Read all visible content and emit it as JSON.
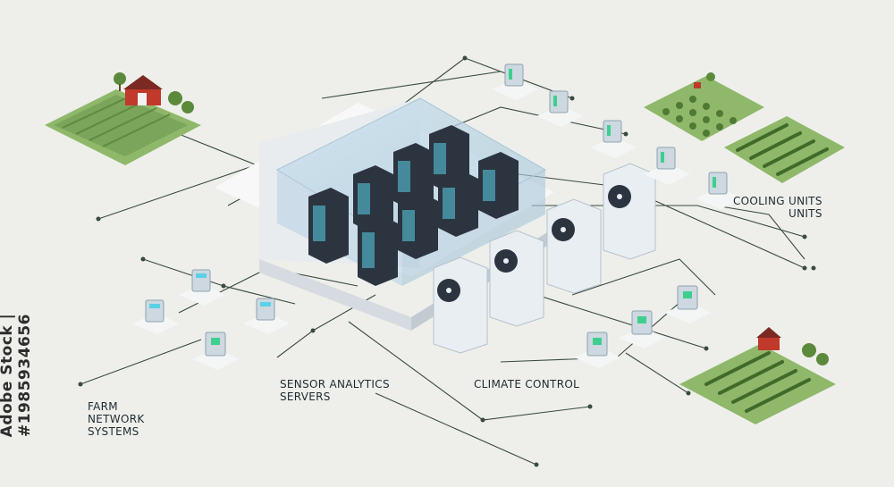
{
  "labels": {
    "farm_network": "FARM\nNETWORK\nSYSTEMS",
    "sensor_analytics": "SENSOR ANALYTICS\nSERVERS",
    "climate_control": "CLIMATE CONTROL",
    "cooling_units": "COOLING UNITS\nUNITS"
  },
  "watermark_id": "Adobe Stock | #1985934656",
  "colors": {
    "background": "#eeefea",
    "line": "#3a4a3f",
    "field": "#8fb86a",
    "barn": "#c0392b",
    "server": "#2c3440",
    "server_glow": "#5ad1e6",
    "sensor_led": "#3ecf8e"
  }
}
